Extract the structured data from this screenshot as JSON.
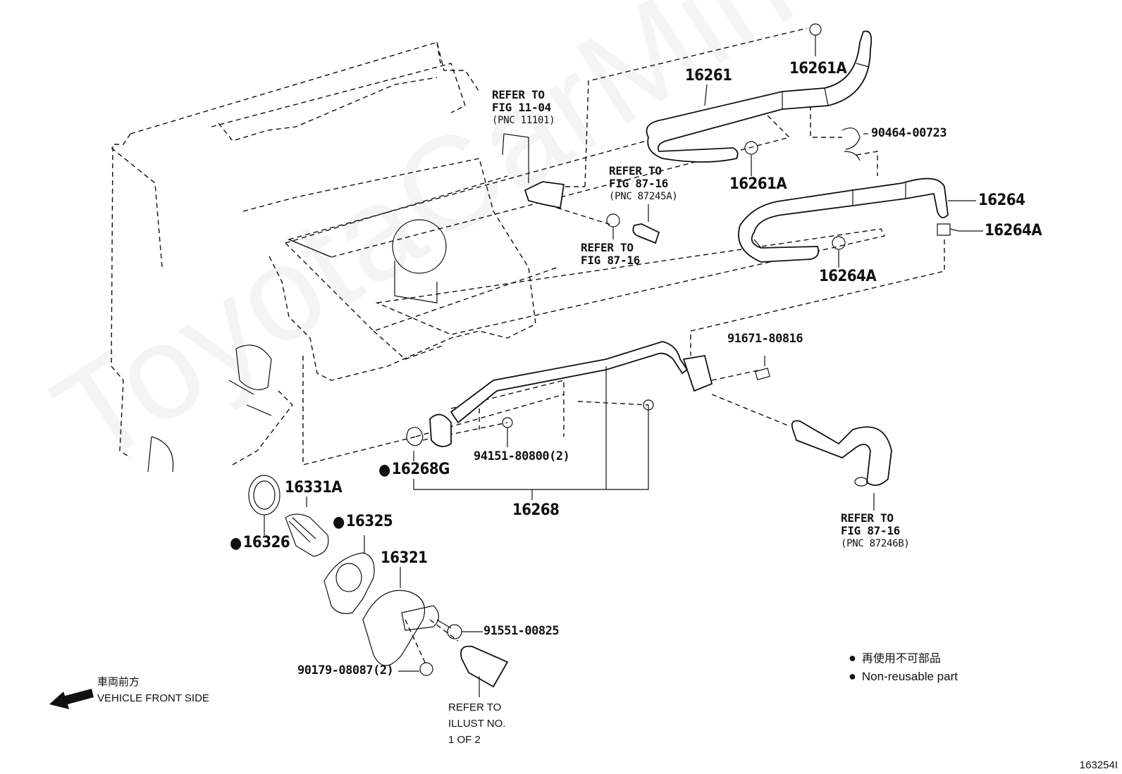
{
  "diagram": {
    "title": "Water pump / thermostat hose assembly",
    "figure_number": "163254I",
    "watermark": "ToyotaCarMine.ru"
  },
  "parts": [
    {
      "id": "16261",
      "label": "16261",
      "non_reusable": false
    },
    {
      "id": "16261A-top",
      "label": "16261A",
      "non_reusable": false
    },
    {
      "id": "16261A-mid",
      "label": "16261A",
      "non_reusable": false
    },
    {
      "id": "90464-00723",
      "label": "90464-00723",
      "non_reusable": false
    },
    {
      "id": "16264",
      "label": "16264",
      "non_reusable": false
    },
    {
      "id": "16264A-right",
      "label": "16264A",
      "non_reusable": false
    },
    {
      "id": "16264A-lower",
      "label": "16264A",
      "non_reusable": false
    },
    {
      "id": "91671-80816",
      "label": "91671-80816",
      "non_reusable": false
    },
    {
      "id": "94151-80800",
      "label": "94151-80800(2)",
      "non_reusable": false
    },
    {
      "id": "16268G",
      "label": "16268G",
      "non_reusable": true
    },
    {
      "id": "16268",
      "label": "16268",
      "non_reusable": false
    },
    {
      "id": "16331A",
      "label": "16331A",
      "non_reusable": false
    },
    {
      "id": "16325",
      "label": "16325",
      "non_reusable": true
    },
    {
      "id": "16326",
      "label": "16326",
      "non_reusable": true
    },
    {
      "id": "16321",
      "label": "16321",
      "non_reusable": false
    },
    {
      "id": "91551-00825",
      "label": "91551-00825",
      "non_reusable": false
    },
    {
      "id": "90179-08087",
      "label": "90179-08087(2)",
      "non_reusable": false
    }
  ],
  "references": [
    {
      "line1": "REFER TO",
      "line2": "FIG 11-04",
      "pnc": "(PNC 11101)"
    },
    {
      "line1": "REFER TO",
      "line2": "FIG 87-16",
      "pnc": "(PNC 87245A)"
    },
    {
      "line1": "REFER TO",
      "line2": "FIG 87-16",
      "pnc": ""
    },
    {
      "line1": "REFER TO",
      "line2": "FIG 87-16",
      "pnc": "(PNC 87246B)"
    },
    {
      "line1": "REFER TO",
      "line2": "ILLUST NO.",
      "pnc": "1 OF 2"
    }
  ],
  "direction": {
    "jp": "車両前方",
    "en": "VEHICLE FRONT SIDE"
  },
  "legend": {
    "jp": "再使用不可部品",
    "en": "Non-reusable part"
  }
}
